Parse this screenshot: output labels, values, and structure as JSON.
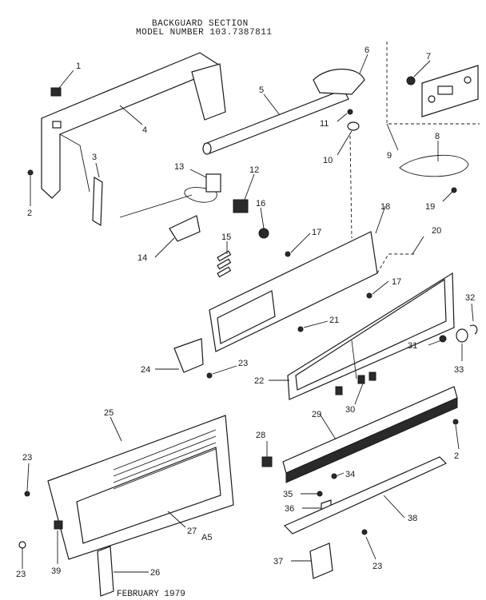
{
  "title": {
    "line1": "BACKGUARD SECTION",
    "line2": "MODEL NUMBER 103.7387811"
  },
  "footer": {
    "date": "FEBRUARY 1979",
    "code": "A5"
  },
  "callouts": {
    "c1": "1",
    "c2a": "2",
    "c2b": "2",
    "c3": "3",
    "c4": "4",
    "c5": "5",
    "c6": "6",
    "c7": "7",
    "c8": "8",
    "c9": "9",
    "c10": "10",
    "c11": "11",
    "c12": "12",
    "c13": "13",
    "c14": "14",
    "c15": "15",
    "c16": "16",
    "c17a": "17",
    "c17b": "17",
    "c18": "18",
    "c19": "19",
    "c20": "20",
    "c21": "21",
    "c22": "22",
    "c23a": "23",
    "c23b": "23",
    "c23c": "23",
    "c23d": "23",
    "c24": "24",
    "c25": "25",
    "c26": "26",
    "c27": "27",
    "c28": "28",
    "c29": "29",
    "c30": "30",
    "c31": "31",
    "c32": "32",
    "c33": "33",
    "c34": "34",
    "c35": "35",
    "c36": "36",
    "c37": "37",
    "c38": "38",
    "c39": "39"
  }
}
